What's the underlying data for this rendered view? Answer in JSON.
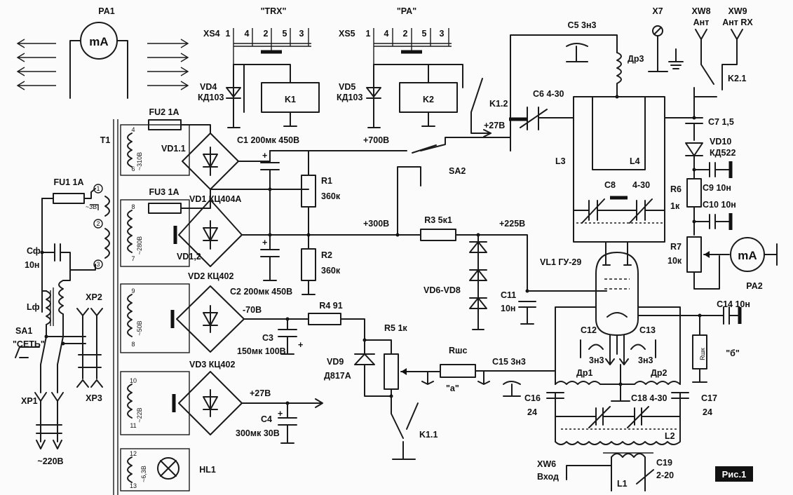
{
  "labels": {
    "pa1": "PA1",
    "pa1_unit": "mA",
    "pa2": "PA2",
    "pa2_unit": "mA",
    "trx": "\"TRX\"",
    "pa": "\"PA\"",
    "xs4": "XS4",
    "xs5": "XS5",
    "xs_pins": [
      "1",
      "4",
      "2",
      "5",
      "3"
    ],
    "vd4": "VD4",
    "vd4_type": "КД103",
    "vd5": "VD5",
    "vd5_type": "КД103",
    "k1": "K1",
    "k2": "K2",
    "k12": "K1.2",
    "k11": "K1.1",
    "k21": "K2.1",
    "plus27_k": "+27В",
    "plus700": "+700В",
    "c5": "C5 3н3",
    "dr3": "Др3",
    "x7": "X7",
    "xw8": "XW8",
    "xw8_sub": "Ант",
    "xw9": "XW9",
    "xw9_sub": "Ант RX",
    "t1": "T1",
    "fu2": "FU2 1A",
    "fu3": "FU3 1A",
    "fu1": "FU1 1A",
    "vd11": "VD1.1",
    "vd1": "VD1 КЦ404А",
    "vd12": "VD1,2",
    "c1": "C1  200мк 450В",
    "c2": "C2  200мк 450В",
    "r1": "R1",
    "r1_val": "360к",
    "r2": "R2",
    "r2_val": "360к",
    "sa2": "SA2",
    "c6": "C6  4-30",
    "c7": "C7  1,5",
    "vd10": "VD10",
    "vd10_type": "КД522",
    "l3": "L3",
    "l4": "L4",
    "c8": "C8",
    "c8_val": "4-30",
    "r6": "R6",
    "r6_val": "1к",
    "c9": "C9 10н",
    "c10": "C10  10н",
    "r7": "R7",
    "r7_val": "10к",
    "plus300": "+300В",
    "r3": "R3  5к1",
    "plus225": "+225В",
    "vd6vd8": "VD6-VD8",
    "c11": "C11",
    "c11_val": "10н",
    "vl1": "VL1  ГУ-29",
    "c14": "C14  10н",
    "c12": "C12",
    "c12_val": "3н3",
    "c13": "C13",
    "c13_val": "3н3",
    "rshk": "Rшк",
    "b_mark": "\"б\"",
    "vd2": "VD2  КЦ402",
    "minus70": "-70В",
    "r4": "R4  91",
    "c3": "C3",
    "c3_val": "150мк 100В",
    "r5": "R5  1к",
    "vd9": "VD9",
    "vd9_type": "Д817А",
    "rshc": "Rшс",
    "c15": "C15  3н3",
    "a_mark": "\"а\"",
    "dr1": "Др1",
    "dr2": "Др2",
    "c16": "C16",
    "c16_val": "24",
    "c18": "C18  4-30",
    "c17": "C17",
    "c17_val": "24",
    "l2": "L2",
    "vd3": "VD3  КЦ402",
    "plus27": "+27В",
    "c4": "C4",
    "c4_val": "300мк 30В",
    "xw6": "XW6",
    "xw6_sub": "Вход",
    "c19": "C19",
    "c19_val": "2-20",
    "l1": "L1",
    "hl1": "HL1",
    "sa1": "SA1",
    "sa1_sub": "\"СЕТЬ\"",
    "xp1": "XP1",
    "xp2": "XP2",
    "xp3": "XP3",
    "mains": "~220В",
    "cf": "Сф",
    "cf_val": "10н",
    "lf": "Lф",
    "fig": "Рис.1",
    "w_310": "~310В",
    "w_280": "~280В",
    "w_50": "~50В",
    "w_22": "~22В",
    "w_63": "~6,3В",
    "w_3": "~3В",
    "t1_pins": [
      "1",
      "2",
      "3",
      "4",
      "6",
      "8",
      "7",
      "9",
      "8",
      "10",
      "11",
      "12",
      "13"
    ]
  }
}
